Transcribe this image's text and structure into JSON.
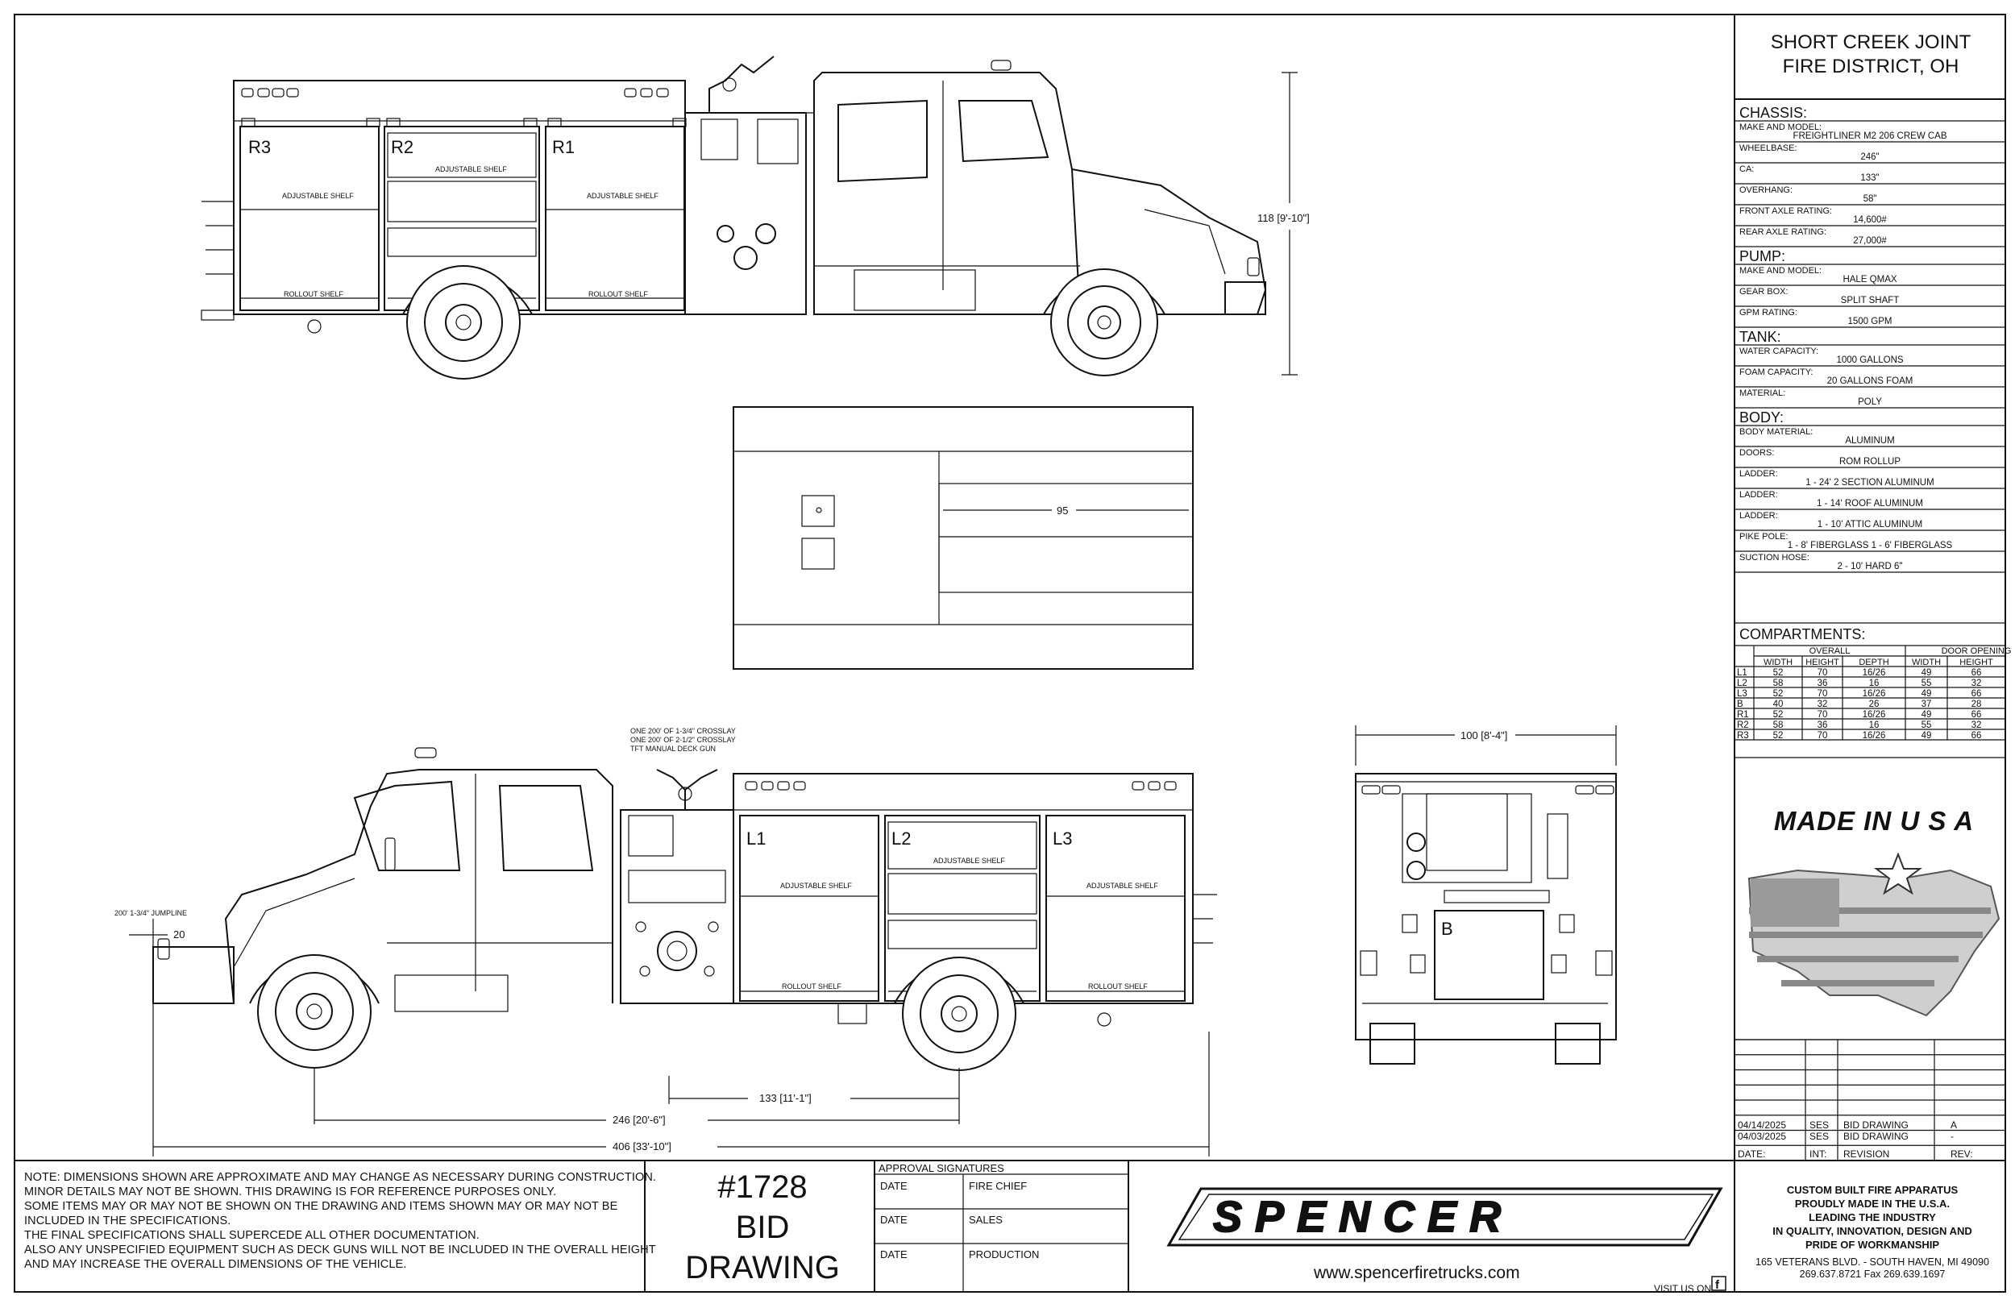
{
  "client": {
    "line1": "SHORT CREEK JOINT",
    "line2": "FIRE DISTRICT, OH"
  },
  "specs": [
    {
      "section": "CHASSIS:",
      "rows": [
        {
          "label": "MAKE AND MODEL:",
          "value": "FREIGHTLINER M2 206 CREW CAB"
        },
        {
          "label": "WHEELBASE:",
          "value": "246\""
        },
        {
          "label": "CA:",
          "value": "133\""
        },
        {
          "label": "OVERHANG:",
          "value": "58\""
        },
        {
          "label": "FRONT AXLE RATING:",
          "value": "14,600#"
        },
        {
          "label": "REAR AXLE RATING:",
          "value": "27,000#"
        }
      ]
    },
    {
      "section": "PUMP:",
      "rows": [
        {
          "label": "MAKE AND MODEL:",
          "value": "HALE QMAX"
        },
        {
          "label": "GEAR BOX:",
          "value": "SPLIT SHAFT"
        },
        {
          "label": "GPM RATING:",
          "value": "1500 GPM"
        }
      ]
    },
    {
      "section": "TANK:",
      "rows": [
        {
          "label": "WATER CAPACITY:",
          "value": "1000 GALLONS"
        },
        {
          "label": "FOAM CAPACITY:",
          "value": "20 GALLONS FOAM"
        },
        {
          "label": "MATERIAL:",
          "value": "POLY"
        }
      ]
    },
    {
      "section": "BODY:",
      "rows": [
        {
          "label": "BODY MATERIAL:",
          "value": "ALUMINUM"
        },
        {
          "label": "DOORS:",
          "value": "ROM ROLLUP"
        },
        {
          "label": "LADDER:",
          "value": "1 - 24' 2 SECTION ALUMINUM"
        },
        {
          "label": "LADDER:",
          "value": "1 - 14' ROOF ALUMINUM"
        },
        {
          "label": "LADDER:",
          "value": "1 - 10' ATTIC ALUMINUM"
        },
        {
          "label": "PIKE POLE:",
          "value": "1 - 8' FIBERGLASS 1 - 6' FIBERGLASS"
        },
        {
          "label": "SUCTION HOSE:",
          "value": "2 - 10' HARD 6\""
        }
      ]
    }
  ],
  "compartments": {
    "title": "COMPARTMENTS:",
    "group_overall": "OVERALL",
    "group_door": "DOOR OPENING",
    "headers": [
      "",
      "WIDTH",
      "HEIGHT",
      "DEPTH",
      "WIDTH",
      "HEIGHT"
    ],
    "rows": [
      [
        "L1",
        "52",
        "70",
        "16/26",
        "49",
        "66"
      ],
      [
        "L2",
        "58",
        "36",
        "16",
        "55",
        "32"
      ],
      [
        "L3",
        "52",
        "70",
        "16/26",
        "49",
        "66"
      ],
      [
        "B",
        "40",
        "32",
        "26",
        "37",
        "28"
      ],
      [
        "R1",
        "52",
        "70",
        "16/26",
        "49",
        "66"
      ],
      [
        "R2",
        "58",
        "36",
        "16",
        "55",
        "32"
      ],
      [
        "R3",
        "52",
        "70",
        "16/26",
        "49",
        "66"
      ]
    ]
  },
  "made_in": "MADE IN U S A",
  "revisions": {
    "rows": [
      {
        "date": "04/14/2025",
        "int": "SES",
        "revision": "BID DRAWING",
        "rev": "A"
      },
      {
        "date": "04/03/2025",
        "int": "SES",
        "revision": "BID DRAWING",
        "rev": "-"
      }
    ],
    "headers": {
      "date": "DATE:",
      "int": "INT:",
      "revision": "REVISION",
      "rev": "REV:"
    }
  },
  "notes": [
    "NOTE: DIMENSIONS SHOWN ARE APPROXIMATE AND MAY CHANGE AS NECESSARY DURING CONSTRUCTION.",
    "MINOR DETAILS MAY NOT BE SHOWN. THIS DRAWING IS FOR REFERENCE PURPOSES ONLY.",
    "SOME ITEMS MAY OR MAY NOT BE SHOWN ON THE DRAWING AND ITEMS SHOWN MAY OR MAY NOT BE",
    "INCLUDED IN THE SPECIFICATIONS.",
    "THE FINAL SPECIFICATIONS SHALL SUPERCEDE ALL OTHER DOCUMENTATION.",
    "ALSO ANY UNSPECIFIED EQUIPMENT SUCH AS DECK GUNS WILL NOT BE INCLUDED IN THE OVERALL HEIGHT",
    "AND MAY INCREASE THE OVERALL DIMENSIONS OF THE VEHICLE."
  ],
  "job": {
    "number": "#1728",
    "line2": "BID",
    "line3": "DRAWING"
  },
  "approval": {
    "title": "APPROVAL SIGNATURES",
    "date_label": "DATE",
    "roles": [
      "FIRE CHIEF",
      "SALES",
      "PRODUCTION"
    ]
  },
  "brand": {
    "logo": "SPENCER",
    "website": "www.spencerfiretrucks.com",
    "visit": "VISIT US ON",
    "social_icon": "facebook-icon"
  },
  "company": {
    "tagline": [
      "CUSTOM BUILT FIRE APPARATUS",
      "PROUDLY MADE IN THE U.S.A.",
      "LEADING THE INDUSTRY",
      "IN QUALITY, INNOVATION, DESIGN AND",
      "PRIDE OF WORKMANSHIP"
    ],
    "address": "165 VETERANS BLVD. -  SOUTH HAVEN, MI 49090",
    "phone": "269.637.8721   Fax 269.639.1697"
  },
  "drawing": {
    "right_view": {
      "compartments": [
        "R3",
        "R2",
        "R1"
      ],
      "labels": {
        "adjustable_shelf": "ADJUSTABLE SHELF",
        "rollout_shelf": "ROLLOUT SHELF"
      },
      "height_dim": "118 [9'-10\"]"
    },
    "top_view": {
      "dim": "95"
    },
    "left_view": {
      "compartments": [
        "L1",
        "L2",
        "L3"
      ],
      "crosslay_notes": [
        "ONE 200' OF 1-3/4\" CROSSLAY",
        "ONE 200' OF 2-1/2\" CROSSLAY",
        "TFT MANUAL DECK GUN"
      ],
      "jumpline": "200' 1-3/4\" JUMPLINE",
      "front_dim": "20",
      "dims": {
        "ca": "133 [11'-1\"]",
        "wheelbase": "246 [20'-6\"]",
        "overall": "406 [33'-10\"]"
      }
    },
    "rear_view": {
      "width_dim": "100 [8'-4\"]",
      "compartment": "B"
    }
  }
}
